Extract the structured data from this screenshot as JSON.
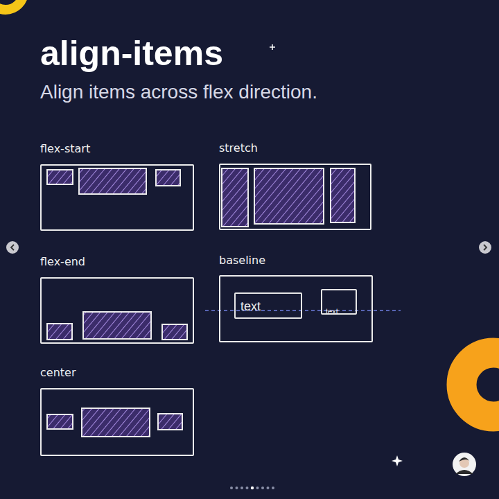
{
  "diagram": {
    "title": "align-items",
    "caption": "Align items across flex direction.",
    "nodes": [
      {
        "text": [
          "flex-start"
        ]
      },
      {
        "text": [
          "stretch"
        ]
      },
      {
        "text": [
          "flex-end"
        ]
      },
      {
        "text": [
          "baseline"
        ]
      },
      {
        "text": [
          "text"
        ],
        "in": 3
      },
      {
        "text": [
          "text"
        ],
        "in": 3
      },
      {
        "text": [
          "center"
        ]
      }
    ]
  }
}
